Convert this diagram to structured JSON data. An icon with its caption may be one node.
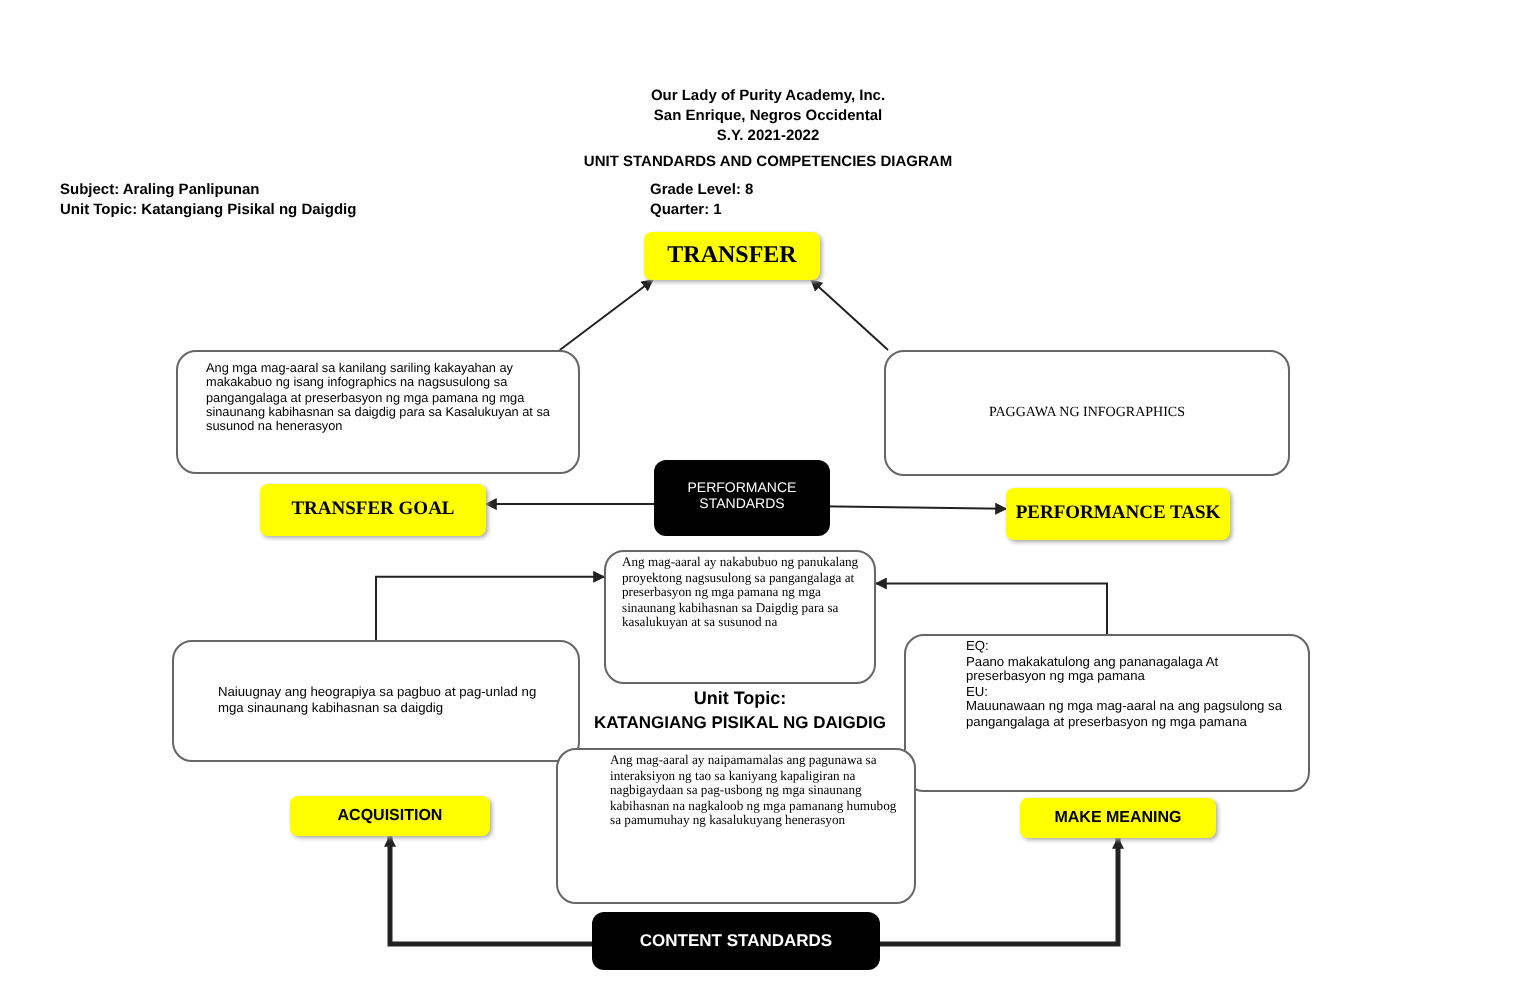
{
  "diagram": {
    "title": "UNIT STANDARDS AND COMPETENCIES DIAGRAM",
    "nodes": [
      {
        "text": [
          "TRANSFER"
        ]
      },
      {
        "text": [
          "Ang mga mag-aaral sa kanilang sariling kakayahan ay makakabuo ng isang infographics na nagsusulong sa pangangalaga at preserbasyon ng mga pamana ng mga sinaunang kabihasnan sa daigdig para sa Kasalukuyan at sa susunod na henerasyon"
        ]
      },
      {
        "text": [
          "PAGGAWA NG INFOGRAPHICS"
        ]
      },
      {
        "text": [
          "TRANSFER GOAL"
        ]
      },
      {
        "text": [
          "PERFORMANCE STANDARDS"
        ]
      },
      {
        "text": [
          "PERFORMANCE TASK"
        ]
      },
      {
        "text": [
          "Ang mag-aaral ay nakabubuo ng panukalang proyektong nagsusulong sa pangangalaga at preserbasyon ng mga pamana ng mga sinaunang kabihasnan sa Daigdig para sa kasalukuyan at sa susunod na"
        ]
      },
      {
        "text": [
          "Naiuugnay ang heograpiya sa pagbuo at pag-unlad ng mga sinaunang kabihasnan sa daigdig"
        ]
      },
      {
        "text": [
          "EQ:",
          "Paano makakatulong ang pananagalaga At preserbasyon ng mga pamana",
          "EU:",
          "Mauunawaan ng mga mag-aaral na ang pagsulong sa pangangalaga at preserbasyon ng mga pamana"
        ]
      },
      {
        "text": [
          "ACQUISITION"
        ]
      },
      {
        "text": [
          "Ang mag-aaral ay naipamamalas ang pagunawa sa interaksiyon ng tao sa kaniyang kapaligiran na nagbigaydaan sa pag-usbong ng mga sinaunang kabihasnan na nagkaloob ng mga pamanang humubog sa pamumuhay ng kasalukuyang henerasyon"
        ]
      },
      {
        "text": [
          "MAKE MEANING"
        ]
      },
      {
        "text": [
          "CONTENT STANDARDS"
        ]
      }
    ],
    "edges": [
      {
        "from": 1,
        "to": 0,
        "arrow": "to"
      },
      {
        "from": 2,
        "to": 0,
        "arrow": "to"
      },
      {
        "from": 4,
        "to": 3,
        "arrow": "to"
      },
      {
        "from": 4,
        "to": 5,
        "arrow": "to"
      },
      {
        "from": 7,
        "to": 6,
        "arrow": "to"
      },
      {
        "from": 8,
        "to": 6,
        "arrow": "to"
      },
      {
        "from": 12,
        "to": 9,
        "arrow": "to",
        "style": "thick"
      },
      {
        "from": 12,
        "to": 11,
        "arrow": "to",
        "style": "thick"
      }
    ],
    "labels": [
      "Our Lady of Purity Academy, Inc.",
      "San Enrique, Negros Occidental",
      "S.Y. 2021-2022",
      "Subject: Araling Panlipunan",
      "Grade Level: 8",
      "Unit Topic: Katangiang Pisikal ng Daigdig",
      "Quarter: 1",
      "Unit Topic:",
      "KATANGIANG PISIKAL NG DAIGDIG"
    ]
  }
}
